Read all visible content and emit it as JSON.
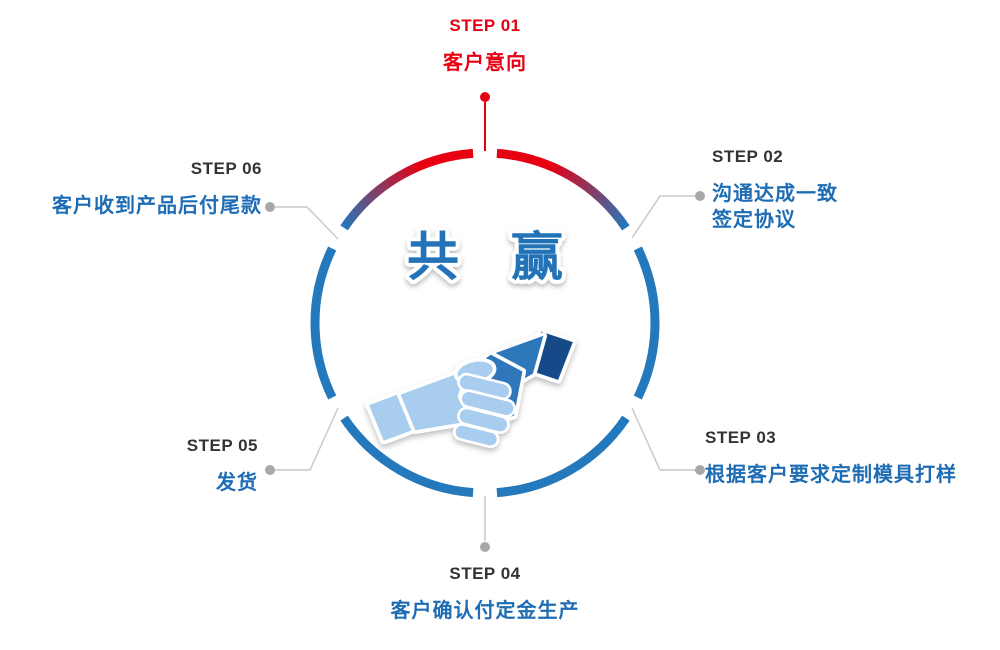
{
  "center": {
    "title": "共　赢",
    "icon": "handshake-icon"
  },
  "colors": {
    "accent_red": "#e60012",
    "text_blue": "#1e6cb4",
    "ring_blue": "#2478bc",
    "step_label_dark": "#333333",
    "connector_gray": "#c9c9c9",
    "dot_gray": "#a8a8a8",
    "hand_light_blue": "#a9cdee",
    "hand_medium_blue": "#2e77bb",
    "sleeve_dark_blue": "#124a88"
  },
  "steps": [
    {
      "label": "STEP 01",
      "text": "客户意向",
      "highlighted": true
    },
    {
      "label": "STEP 02",
      "text": "沟通达成一致",
      "text2": "签定协议"
    },
    {
      "label": "STEP 03",
      "text": "根据客户要求定制模具打样"
    },
    {
      "label": "STEP 04",
      "text": "客户确认付定金生产"
    },
    {
      "label": "STEP 05",
      "text": "发货"
    },
    {
      "label": "STEP 06",
      "text": "客户收到产品后付尾款"
    }
  ]
}
